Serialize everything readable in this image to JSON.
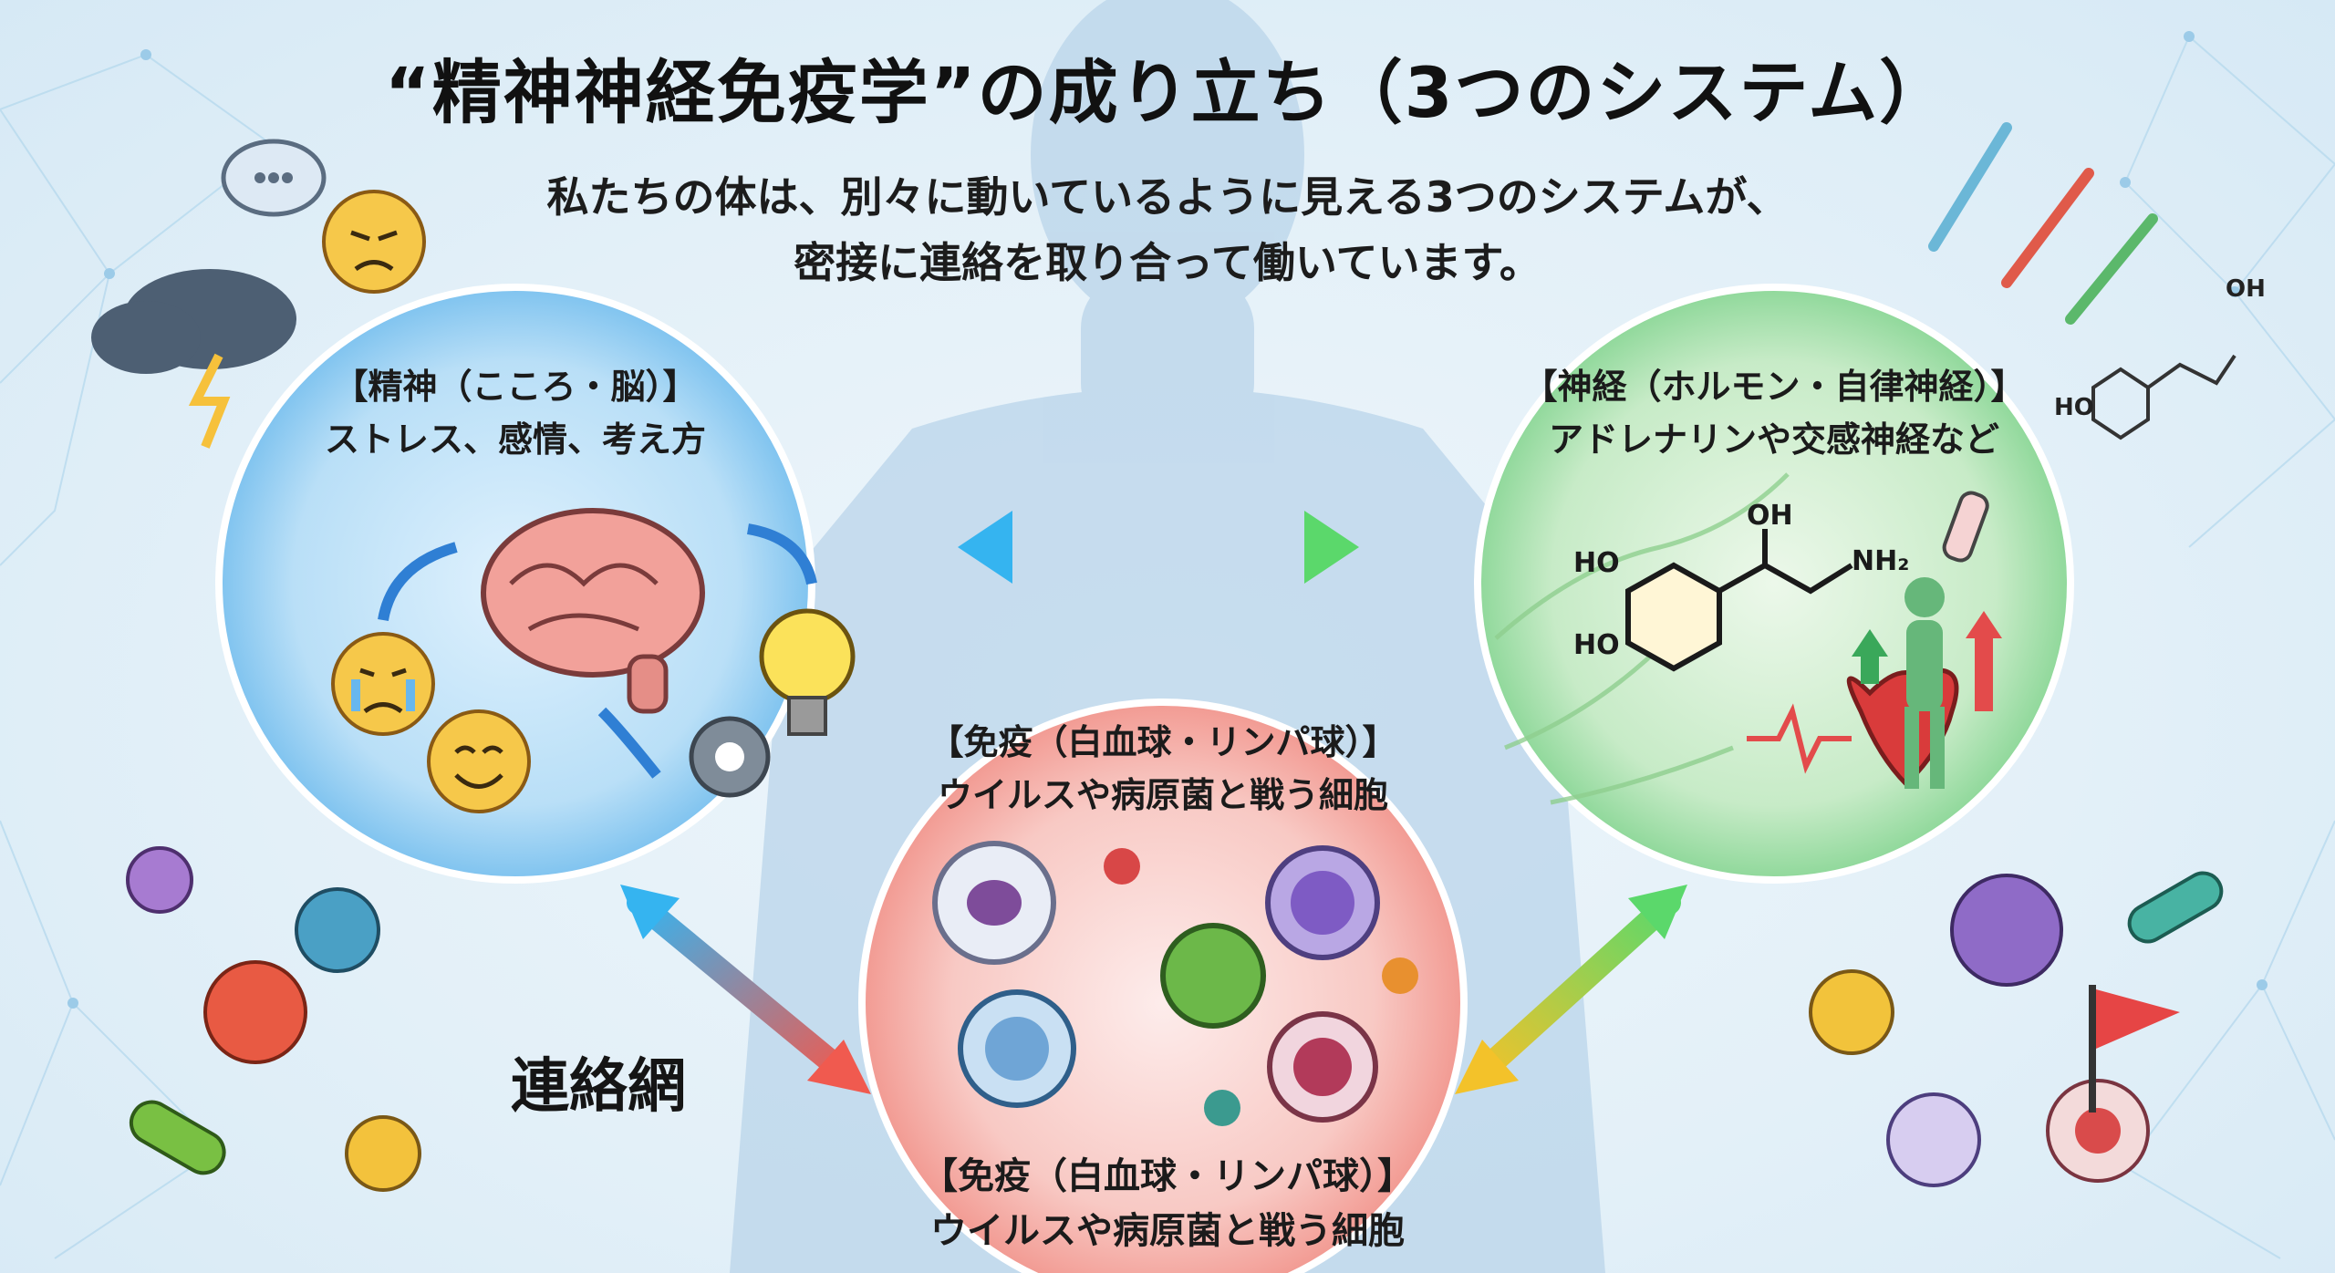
{
  "title": "“精神神経免疫学”の成り立ち（3つのシステム）",
  "intro": {
    "line1": "私たちの体は、別々に動いているように見える3つのシステムが、",
    "line2": "密接に連絡を取り合って働いています。"
  },
  "systems": {
    "mind": {
      "heading": "【精神（こころ・脳）】",
      "desc": "ストレス、感情、考え方",
      "icons": [
        "brain-icon",
        "crying-face-icon",
        "smiling-face-icon",
        "lightbulb-icon",
        "gear-icon"
      ]
    },
    "nerve": {
      "heading": "【神経（ホルモン・自律神経）】",
      "desc": "アドレナリンや交感神経など",
      "molecule_labels": [
        "HO",
        "HO",
        "OH",
        "NH₂"
      ],
      "icons": [
        "adrenaline-molecule-icon",
        "heart-icon",
        "walking-person-icon",
        "test-tube-icon"
      ]
    },
    "immune": {
      "heading": "【免疫（白血球・リンパ球）】",
      "desc": "ウイルスや病原菌と戦う細胞",
      "icons": [
        "white-blood-cell-icon",
        "virus-icon",
        "lymphocyte-icon"
      ]
    }
  },
  "network_label": "連絡網",
  "bottom_caption": {
    "heading": "【免疫（白血球・リンパ球）】",
    "desc": "ウイルスや病原菌と戦う細胞"
  },
  "corner_deco": {
    "top_left": [
      "storm-cloud-icon",
      "speech-bubble-icon",
      "angry-face-icon"
    ],
    "top_right": [
      "syringe-icon",
      "syringe-icon",
      "syringe-icon",
      "chemical-structure-icon"
    ],
    "top_right_chem_labels": [
      "OH",
      "HO"
    ],
    "bottom_left": [
      "virus-icon",
      "virus-icon",
      "virus-icon",
      "bacteria-icon",
      "virus-icon"
    ],
    "bottom_right": [
      "virus-icon",
      "virus-icon",
      "bacteria-icon",
      "immune-cell-icon",
      "flag-icon"
    ]
  },
  "colors": {
    "mind": "#3aa0e8",
    "nerve": "#4cc66a",
    "immune": "#ef5b57",
    "arrow_blue": "#35b4f0",
    "arrow_green": "#5bd86b",
    "arrow_red": "#f05a4f",
    "arrow_yellow": "#f3c22a"
  }
}
